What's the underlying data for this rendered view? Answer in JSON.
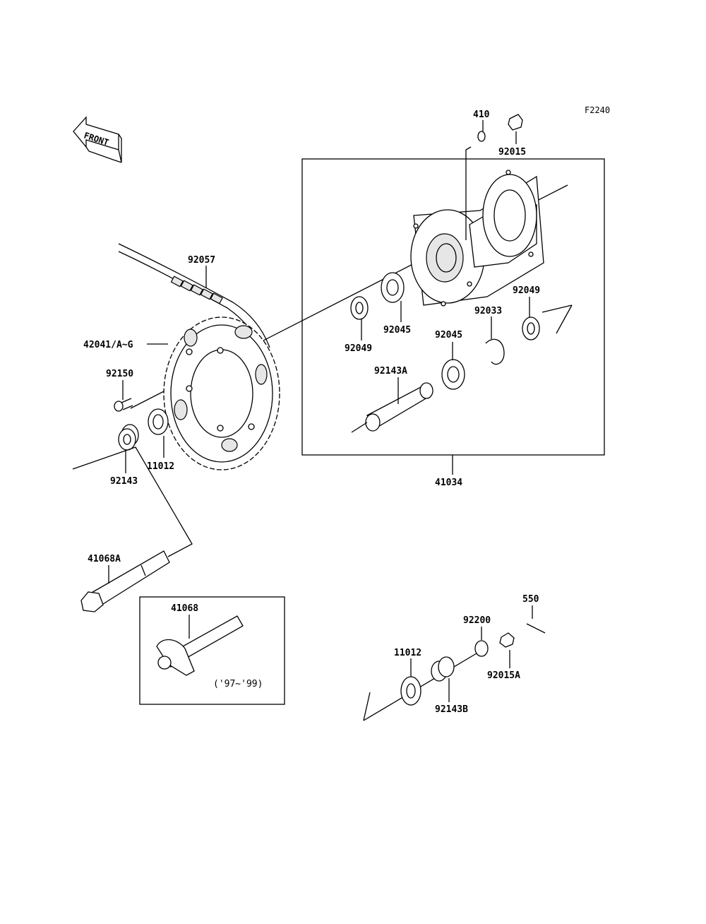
{
  "figure_code": "F2240",
  "front_label": "FRONT",
  "year_note": "('97~'99)",
  "labels": {
    "p410": "410",
    "p92015": "92015",
    "p92057": "92057",
    "p42041": "42041/A~G",
    "p92150": "92150",
    "p92143": "92143",
    "p11012a": "11012",
    "p92049a": "92049",
    "p92045a": "92045",
    "p92049b": "92049",
    "p92033": "92033",
    "p92045b": "92045",
    "p92143A": "92143A",
    "p41034": "41034",
    "p41068A": "41068A",
    "p41068": "41068",
    "p550": "550",
    "p92200": "92200",
    "p11012b": "11012",
    "p92015A": "92015A",
    "p92143B": "92143B"
  }
}
